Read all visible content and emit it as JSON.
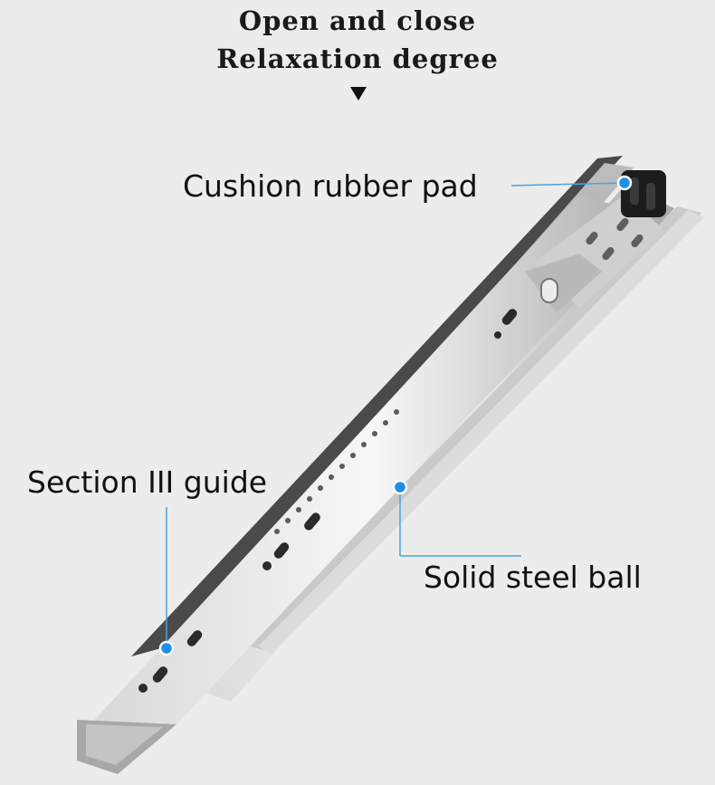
{
  "header": {
    "line1": "Open and close",
    "line2": "Relaxation degree"
  },
  "callouts": {
    "cushion": "Cushion rubber pad",
    "section": "Section III guide",
    "ball": "Solid steel ball"
  },
  "colors": {
    "background": "#ececec",
    "leader_line": "#4aa3e0",
    "dot": "#1e8fe6"
  }
}
